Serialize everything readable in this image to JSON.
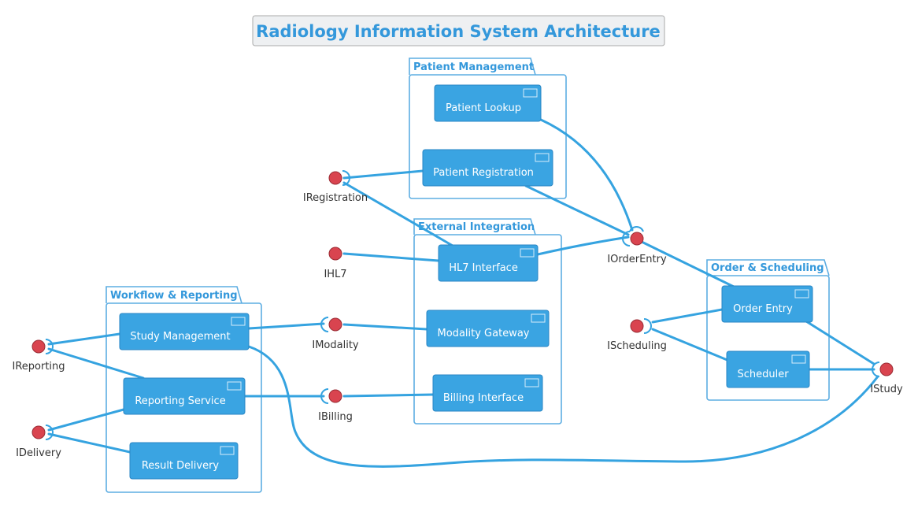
{
  "title": "Radiology Information System Architecture",
  "packages": {
    "patient_management": "Patient Management",
    "external_integration": "External Integration",
    "workflow_reporting": "Workflow & Reporting",
    "order_scheduling": "Order & Scheduling"
  },
  "components": {
    "patient_lookup": "Patient Lookup",
    "patient_registration": "Patient Registration",
    "hl7_interface": "HL7 Interface",
    "modality_gateway": "Modality Gateway",
    "billing_interface": "Billing Interface",
    "study_management": "Study Management",
    "reporting_service": "Reporting Service",
    "result_delivery": "Result Delivery",
    "order_entry": "Order Entry",
    "scheduler": "Scheduler"
  },
  "interfaces": {
    "iregistration": "IRegistration",
    "ihl7": "IHL7",
    "imodality": "IModality",
    "ibilling": "IBilling",
    "ireporting": "IReporting",
    "idelivery": "IDelivery",
    "iorderentry": "IOrderEntry",
    "ischeduling": "IScheduling",
    "istudy": "IStudy"
  },
  "colors": {
    "accent": "#3498db",
    "component_fill": "#3aa4e2",
    "interface_fill": "#d9444f",
    "edge": "#35a3e0"
  }
}
